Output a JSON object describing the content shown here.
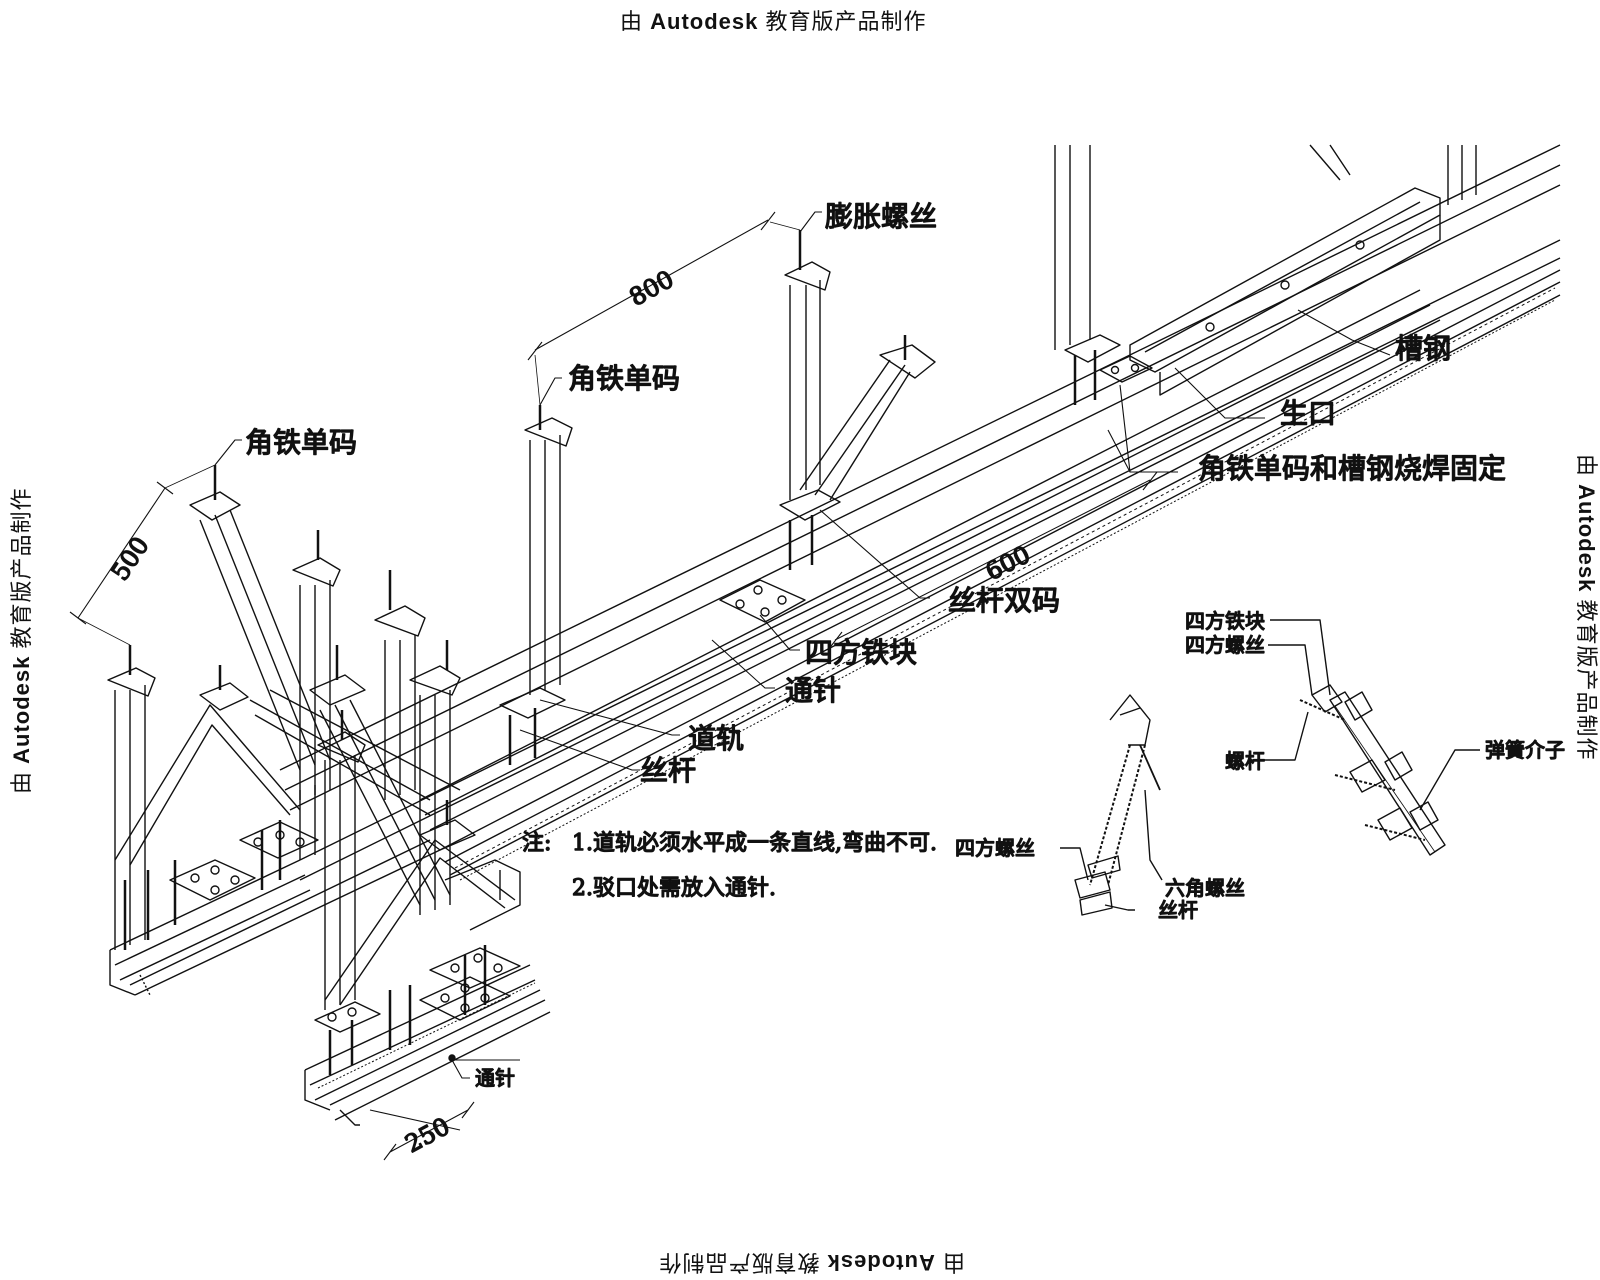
{
  "watermark": {
    "prefix": "由",
    "brand": "Autodesk",
    "suffix": "教育版产品制作"
  },
  "labels": {
    "expansion_bolt": "膨胀螺丝",
    "angle_single_a": "角铁单码",
    "angle_single_b": "角铁单码",
    "channel_steel": "槽钢",
    "joint": "生口",
    "weld_note": "角铁单码和槽钢烧焊固定",
    "rod_double": "丝杆双码",
    "square_block": "四方铁块",
    "through_pin": "通针",
    "rail": "道轨",
    "threaded_rod": "丝杆",
    "through_pin_bottom": "通针"
  },
  "dimensions": {
    "d800": "800",
    "d600": "600",
    "d500": "500",
    "d250": "250"
  },
  "notes": {
    "prefix": "注:",
    "line1": "1.道轨必须水平成一条直线,弯曲不可.",
    "line2": "2.驳口处需放入通针."
  },
  "detail_a": {
    "square_nut": "四方螺丝",
    "hex_nut": "六角螺丝",
    "threaded_rod": "丝杆"
  },
  "detail_b": {
    "square_block": "四方铁块",
    "square_nut": "四方螺丝",
    "bolt_rod": "螺杆",
    "spring_washer": "弹簧介子"
  }
}
